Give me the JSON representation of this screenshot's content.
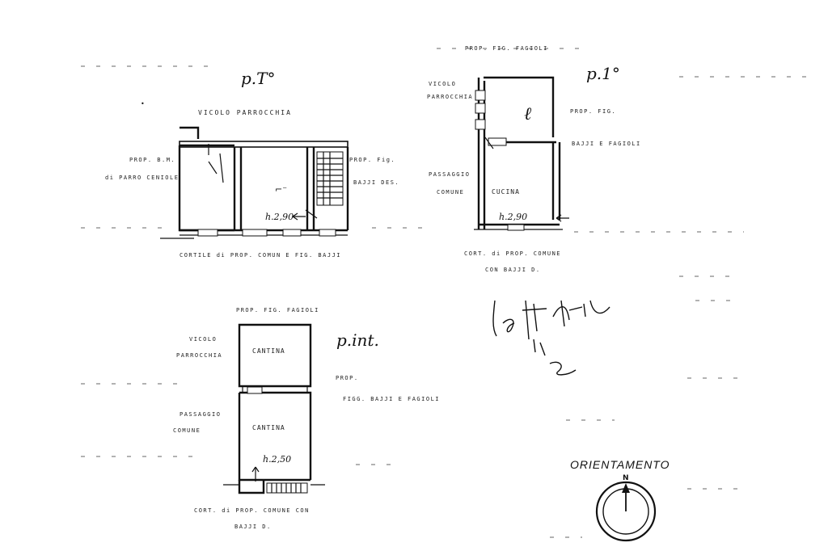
{
  "plan_groundfloor": {
    "floor_label": "p.T°",
    "top_label": "VICOLO PARROCCHIA",
    "left_label_1": "PROP. B.M.",
    "left_label_2": "di PARRO CENIOLE",
    "right_label_1": "PROP. Fig.",
    "right_label_2": "BAJJI DES.",
    "height_label": "h.2,90",
    "bottom_label": "CORTILE di PROP. COMUN E FIG. BAJJI"
  },
  "plan_firstfloor": {
    "floor_label": "p.1°",
    "top_label": "PROP. FIG. FAGIOLI",
    "left_label_1": "VICOLO",
    "left_label_2": "PARROCCHIA",
    "right_label_1": "PROP. FIG.",
    "right_label_2": "BAJJI E FAGIOLI",
    "left_label_3": "PASSAGGIO",
    "left_label_4": "COMUNE",
    "room_label": "CUCINA",
    "height_label": "h.2,90",
    "bottom_label_1": "CORT. di PROP. COMUNE",
    "bottom_label_2": "CON BAJJI D."
  },
  "plan_basement": {
    "floor_label": "p.int.",
    "top_label": "PROP. FIG. FAGIOLI",
    "left_label_1": "VICOLO",
    "left_label_2": "PARROCCHIA",
    "room_1": "CANTINA",
    "right_label_1": "PROP.",
    "right_label_2": "FIGG. BAJJI E FAGIOLI",
    "left_label_3": "PASSAGGIO",
    "left_label_4": "COMUNE",
    "room_2": "CANTINA",
    "height_label": "h.2,50",
    "bottom_label_1": "CORT. di PROP. COMUNE CON",
    "bottom_label_2": "BAJJI D."
  },
  "orientation": {
    "title": "ORIENTAMENTO",
    "north": "N"
  }
}
